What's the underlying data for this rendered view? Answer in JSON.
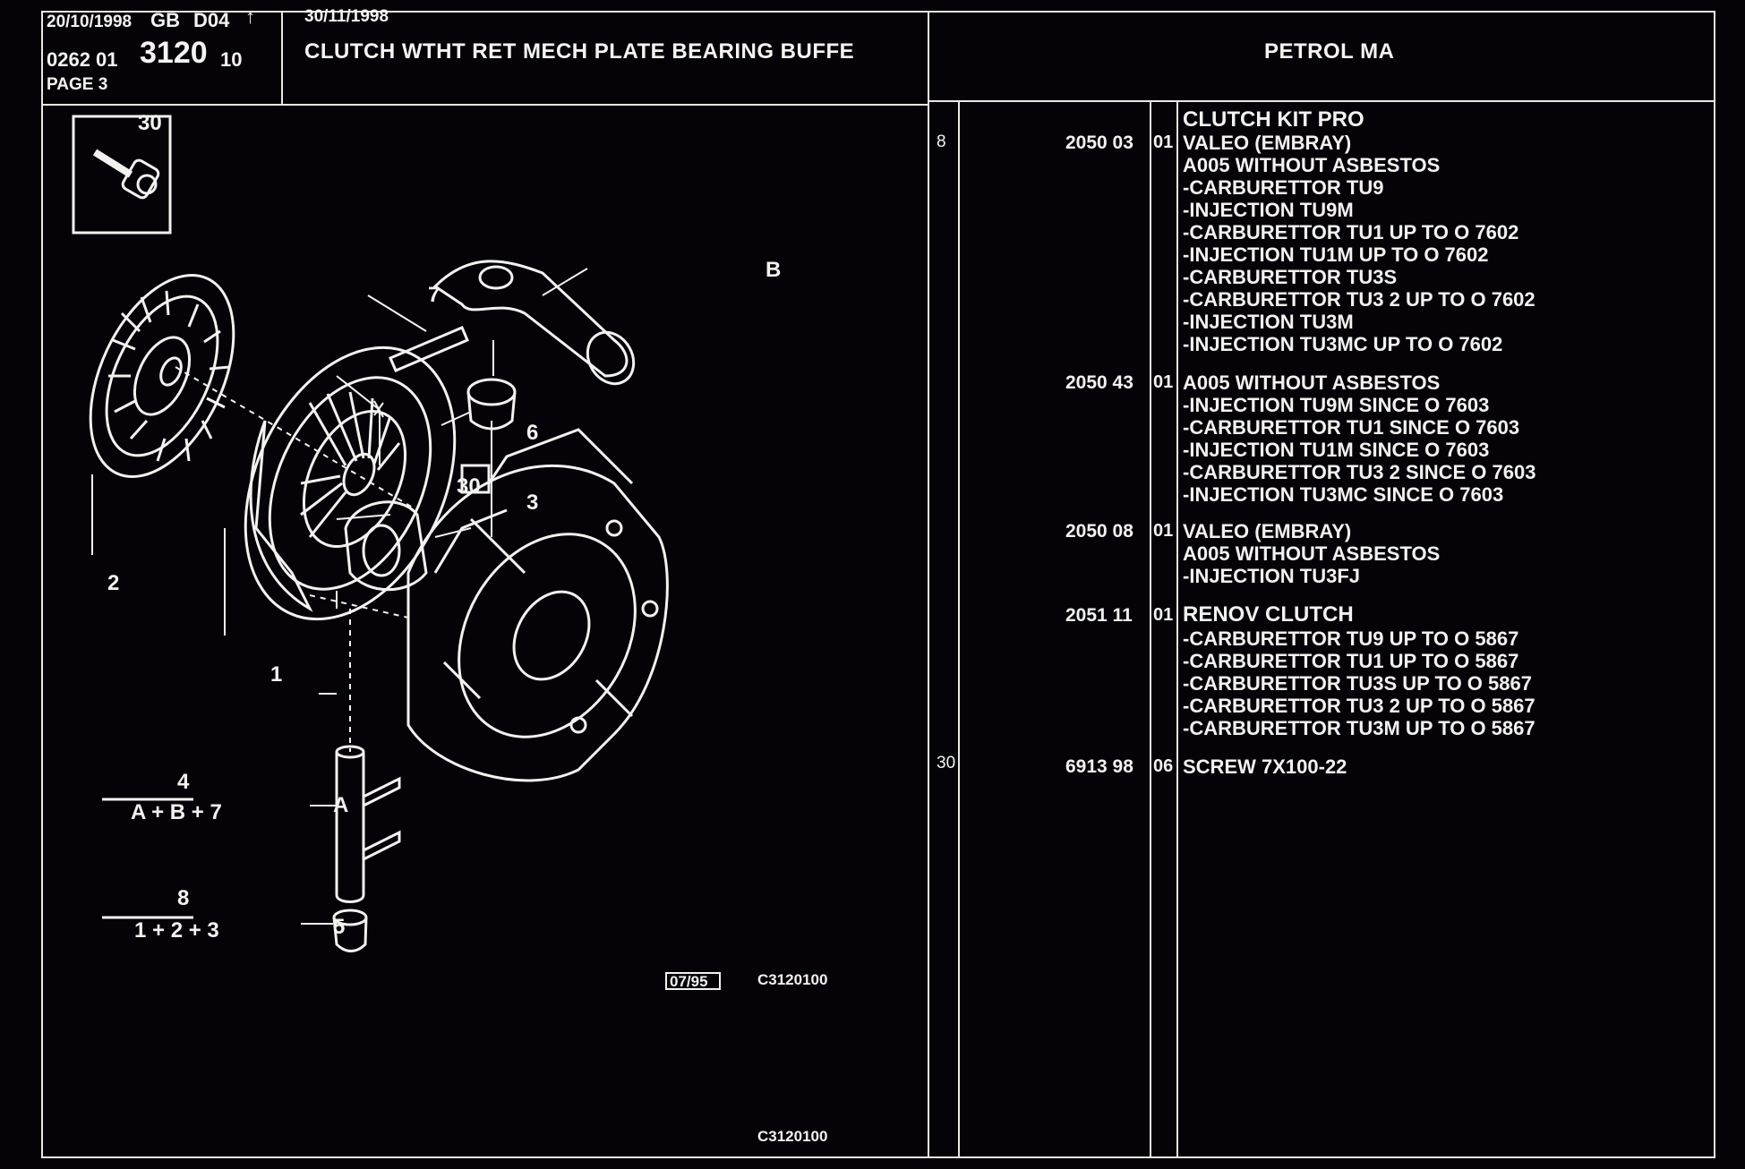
{
  "header": {
    "date_left": "20/10/1998",
    "lang": "GB",
    "code_d": "D04",
    "arrow": "↑",
    "ref_prefix": "0262 01",
    "ref_main": "3120",
    "ref_suffix": "10",
    "page": "PAGE 3",
    "date_right": "30/11/1998",
    "title": "CLUTCH WTHT RET MECH PLATE BEARING BUFFE",
    "fuel": "PETROL MA"
  },
  "drawing": {
    "inset_ref": "30",
    "labels": {
      "l7": "7",
      "lB": "B",
      "l6": "6",
      "l30": "30",
      "l3": "3",
      "l2": "2",
      "l1": "1",
      "lA": "A",
      "l5": "5"
    },
    "kit1_top": "4",
    "kit1_bottom": "A + B + 7",
    "kit2_top": "8",
    "kit2_bottom": "1 + 2 + 3",
    "stamp": "07/95",
    "code_mid": "C3120100",
    "code_bottom": "C3120100"
  },
  "rows": [
    {
      "count": "8",
      "part": "2050 03",
      "seq": "01",
      "lines": [
        "CLUTCH KIT PRO",
        "VALEO (EMBRAY)",
        "A005 WITHOUT ASBESTOS",
        "-CARBURETTOR TU9",
        "-INJECTION TU9M",
        "-CARBURETTOR TU1 UP TO O 7602",
        "-INJECTION TU1M UP TO O 7602",
        "-CARBURETTOR TU3S",
        "-CARBURETTOR TU3 2 UP TO O 7602",
        "-INJECTION TU3M",
        "-INJECTION TU3MC UP TO O 7602"
      ]
    },
    {
      "count": "",
      "part": "2050 43",
      "seq": "01",
      "lines": [
        "A005 WITHOUT ASBESTOS",
        "-INJECTION TU9M SINCE O 7603",
        "-CARBURETTOR TU1 SINCE O 7603",
        "-INJECTION TU1M SINCE O 7603",
        "-CARBURETTOR TU3 2 SINCE O 7603",
        "-INJECTION TU3MC SINCE O 7603"
      ]
    },
    {
      "count": "",
      "part": "2050 08",
      "seq": "01",
      "lines": [
        "VALEO (EMBRAY)",
        "A005 WITHOUT ASBESTOS",
        "-INJECTION TU3FJ"
      ]
    },
    {
      "count": "",
      "part": "2051 11",
      "seq": "01",
      "lines": [
        "RENOV CLUTCH",
        "-CARBURETTOR TU9 UP TO O 5867",
        "-CARBURETTOR TU1 UP TO O 5867",
        "-CARBURETTOR TU3S UP TO O 5867",
        "-CARBURETTOR TU3 2 UP TO O 5867",
        "-CARBURETTOR TU3M UP TO O 5867"
      ]
    },
    {
      "count": "30",
      "part": "6913 98",
      "seq": "06",
      "lines": [
        "SCREW 7X100-22"
      ]
    }
  ],
  "colors": {
    "background": "#050308",
    "ink": "#f2f2f0"
  }
}
